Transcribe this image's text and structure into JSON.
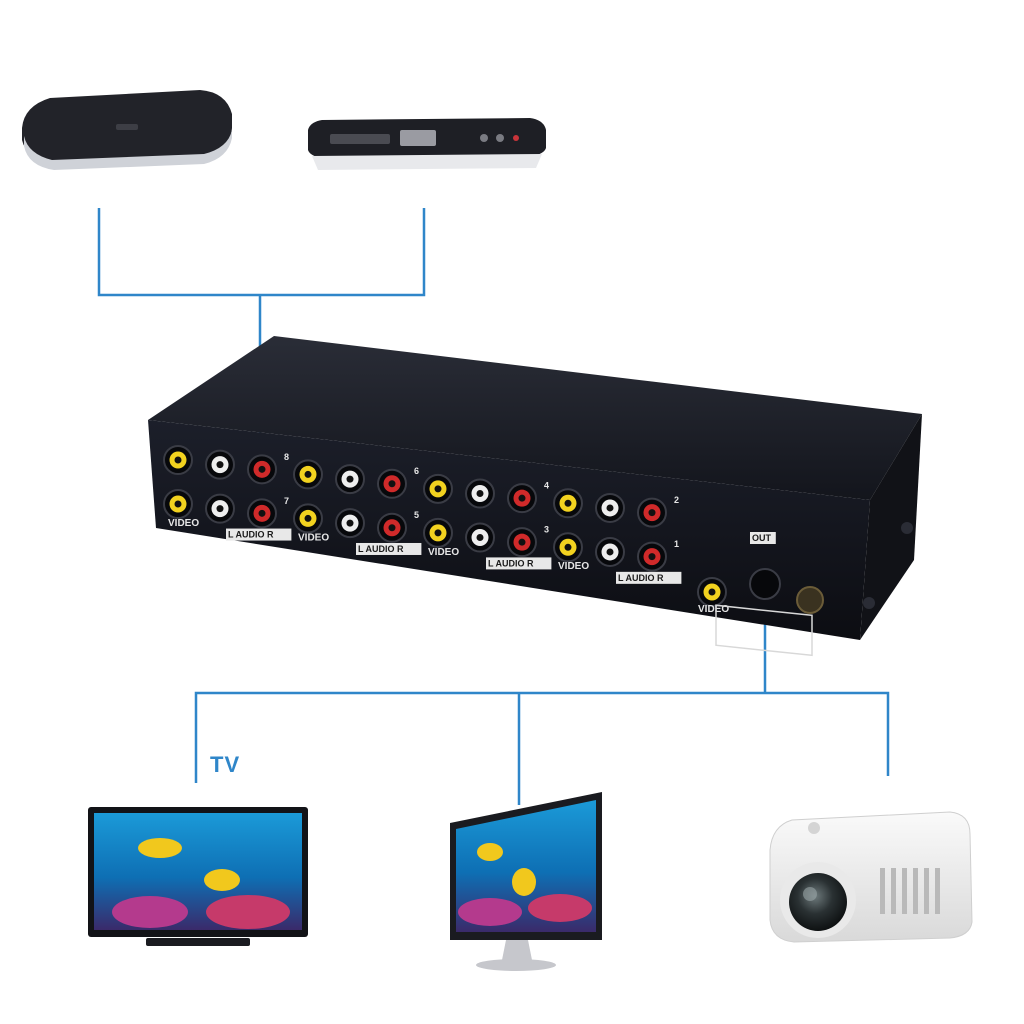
{
  "colors": {
    "line": "#2f86c9",
    "device_dark": "#1c1f2a",
    "rca_yellow": "#f2d21f",
    "rca_white": "#eeeeee",
    "rca_red": "#d02a2a",
    "label_text": "#2f86c9"
  },
  "panel": {
    "video_label": "VIDEO",
    "audio_label": "L AUDIO R",
    "out_label": "OUT",
    "input_numbers": [
      "8",
      "7",
      "6",
      "5",
      "4",
      "3",
      "2",
      "1"
    ]
  },
  "outputs": {
    "tv_label": "TV"
  },
  "icons": {
    "media_box": "tv-box-icon",
    "dvd_player": "dvd-player-icon",
    "switch_box": "av-switch-box-icon",
    "tv": "tv-icon",
    "monitor": "monitor-icon",
    "projector": "projector-icon"
  }
}
